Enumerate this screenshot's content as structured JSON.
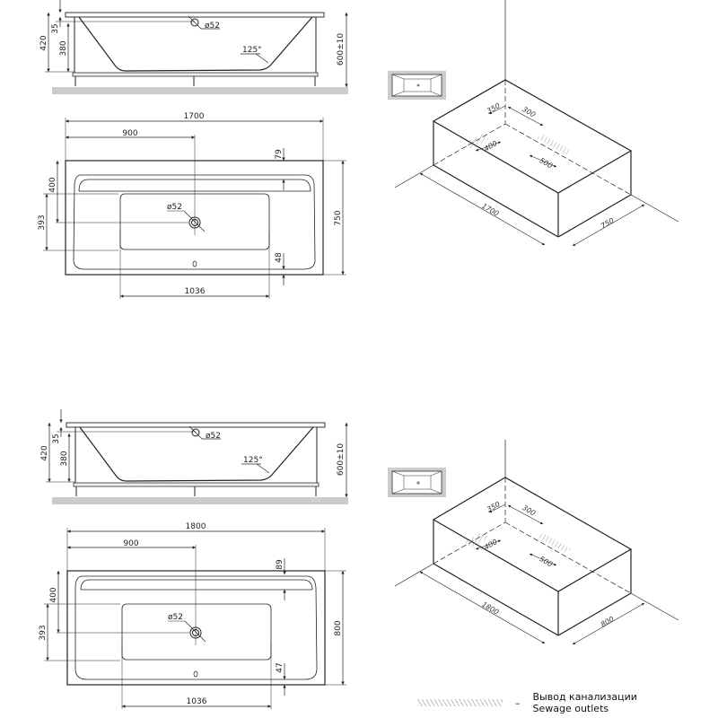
{
  "legend": {
    "label_ru": "Вывод канализации",
    "label_en": "Sewage outlets",
    "separator": "–"
  },
  "models": [
    {
      "side_view": {
        "total_height": "420",
        "rim_thickness": "35",
        "inner_depth": "380",
        "height_with_legs": "600±10",
        "overflow_diameter": "ø52",
        "angle": "125°"
      },
      "top_view": {
        "length": "1700",
        "drain_offset": "900",
        "width": "750",
        "rim_back": "79",
        "rim_front": "48",
        "drain_from_back": "400",
        "bottom_width": "393",
        "bottom_length": "1036",
        "drain_diameter": "ø52"
      },
      "iso_view": {
        "length": "1700",
        "width": "750",
        "outlet_offset_a": "350",
        "outlet_offset_b": "300",
        "outlet_left_size": "400",
        "outlet_right_size": "500"
      }
    },
    {
      "side_view": {
        "total_height": "420",
        "rim_thickness": "35",
        "inner_depth": "380",
        "height_with_legs": "600±10",
        "overflow_diameter": "ø52",
        "angle": "125°"
      },
      "top_view": {
        "length": "1800",
        "drain_offset": "900",
        "width": "800",
        "rim_back": "89",
        "rim_front": "47",
        "drain_from_back": "400",
        "bottom_width": "393",
        "bottom_length": "1036",
        "drain_diameter": "ø52"
      },
      "iso_view": {
        "length": "1800",
        "width": "800",
        "outlet_offset_a": "350",
        "outlet_offset_b": "300",
        "outlet_left_size": "400",
        "outlet_right_size": "500"
      }
    }
  ]
}
